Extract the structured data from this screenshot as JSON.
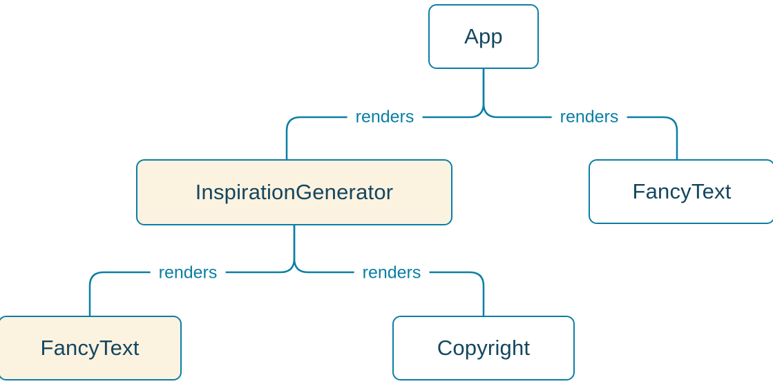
{
  "colors": {
    "stroke": "#0a7ea4",
    "node_text": "#14465f",
    "node_fill": "#ffffff",
    "highlight_fill": "#fcf2e0",
    "edge_label_color": "#0a7ea4"
  },
  "nodes": [
    {
      "id": "app",
      "label": "App",
      "highlighted": false
    },
    {
      "id": "inspiration-generator",
      "label": "InspirationGenerator",
      "highlighted": true
    },
    {
      "id": "fancy-text-top",
      "label": "FancyText",
      "highlighted": false
    },
    {
      "id": "fancy-text-bottom",
      "label": "FancyText",
      "highlighted": true
    },
    {
      "id": "copyright",
      "label": "Copyright",
      "highlighted": false
    }
  ],
  "edges": [
    {
      "from": "app",
      "to": "inspiration-generator",
      "label": "renders"
    },
    {
      "from": "app",
      "to": "fancy-text-top",
      "label": "renders"
    },
    {
      "from": "inspiration-generator",
      "to": "fancy-text-bottom",
      "label": "renders"
    },
    {
      "from": "inspiration-generator",
      "to": "copyright",
      "label": "renders"
    }
  ]
}
